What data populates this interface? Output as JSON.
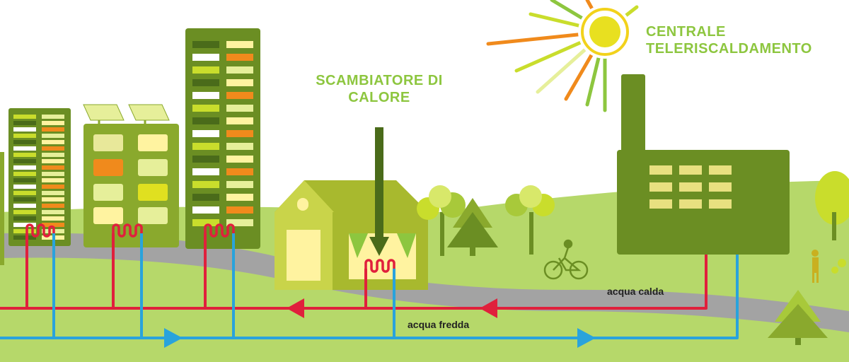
{
  "labels": {
    "exchanger_line1": "SCAMBIATORE DI",
    "exchanger_line2": "CALORE",
    "plant_line1": "CENTRALE",
    "plant_line2": "TELERISCALDAMENTO",
    "hot_water": "acqua calda",
    "cold_water": "acqua fredda"
  },
  "colors": {
    "hot_pipe": "#e0203c",
    "cold_pipe": "#29a3dc",
    "label_green": "#8dc63f",
    "building_dark": "#6b8e23",
    "building_mid": "#8aa92d",
    "ground": "#b6d86a",
    "road": "#9e9e9e",
    "sun": "#f2d21b"
  },
  "icons": [
    "sun-icon",
    "solar-panel-icon",
    "tree-icon",
    "bicycle-icon",
    "factory-icon",
    "heat-exchanger-coil-icon"
  ]
}
